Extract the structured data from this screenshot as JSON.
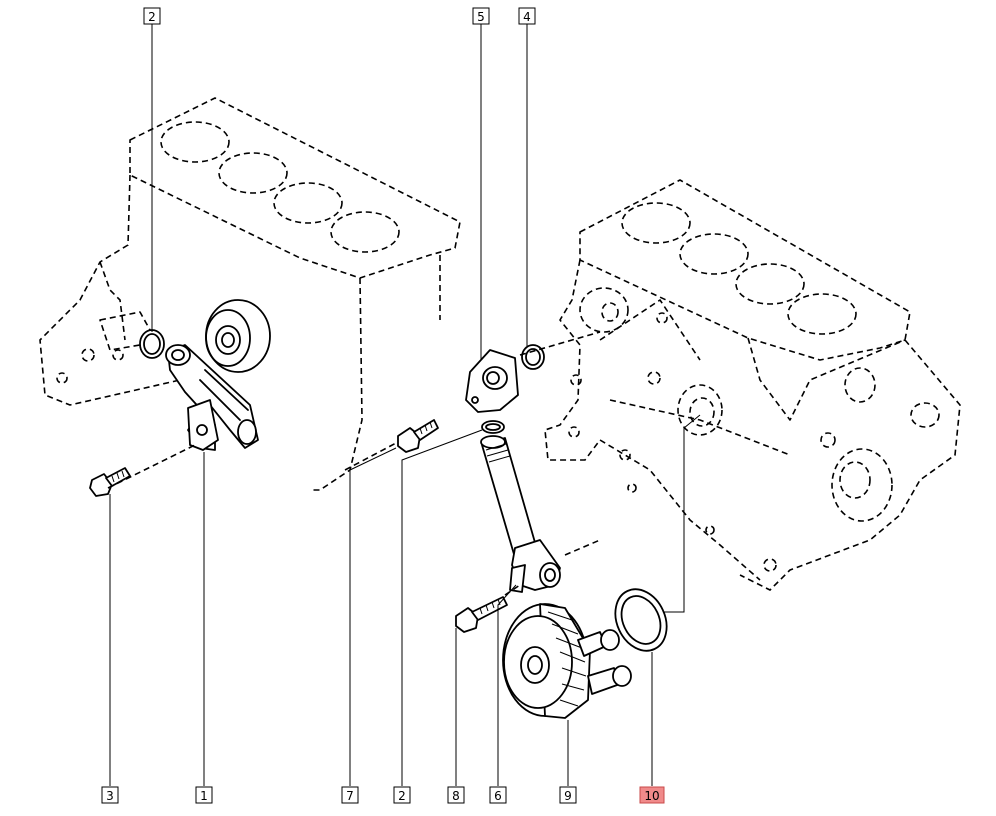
{
  "callouts": [
    {
      "label": "2",
      "highlight": false
    },
    {
      "label": "5",
      "highlight": false
    },
    {
      "label": "4",
      "highlight": false
    },
    {
      "label": "3",
      "highlight": false
    },
    {
      "label": "1",
      "highlight": false
    },
    {
      "label": "7",
      "highlight": false
    },
    {
      "label": "2",
      "highlight": false
    },
    {
      "label": "8",
      "highlight": false
    },
    {
      "label": "6",
      "highlight": false
    },
    {
      "label": "9",
      "highlight": false
    },
    {
      "label": "10",
      "highlight": true
    }
  ],
  "colors": {
    "highlight": "#f08a8a",
    "line": "#000000",
    "background": "#ffffff"
  }
}
